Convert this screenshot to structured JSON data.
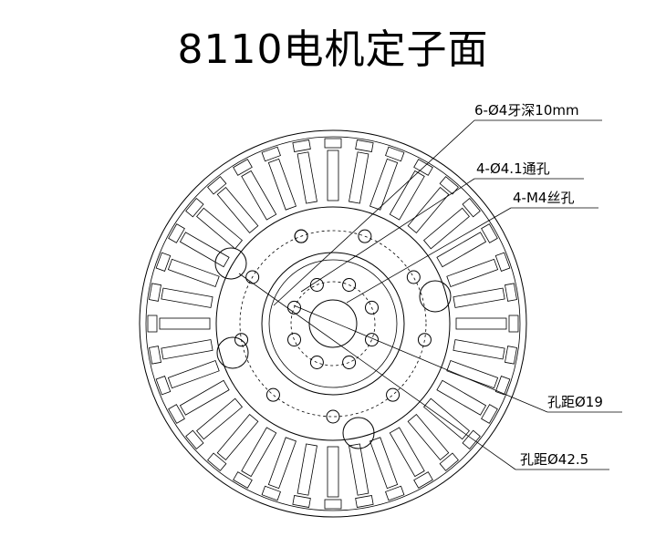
{
  "title": "8110电机定子面",
  "annotations": {
    "threaded_holes": "6-Ø4牙深10mm",
    "through_holes": "4-Ø4.1通孔",
    "screw_holes": "4-M4丝孔",
    "pitch_inner": "孔距Ø19",
    "pitch_outer": "孔距Ø42.5"
  }
}
